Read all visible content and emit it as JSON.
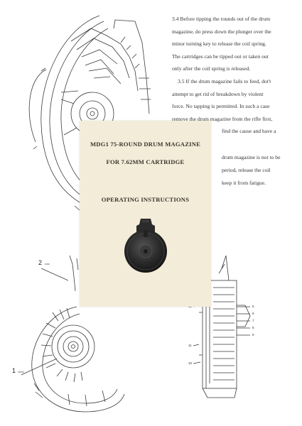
{
  "instructions": {
    "para1_lines": [
      "3.4 Before tipping the rounds out of the drum",
      "magazine, do press down the plunger over the",
      "minor turning key to release the coil spring.",
      "The cartridges can be tipped out or taken out",
      "only after the coil spring is released."
    ],
    "para2_lines": [
      "3.5 If the drum magazine fails to feed, dot't",
      "attempt to get rid of breakdown by violent",
      "force. No tapping is permitted. In such a case",
      "remove the drum magazine from the rifle first,"
    ],
    "partial_lines": [
      "find the cause and have a",
      "drum magazine is not to be",
      "period, release the coil",
      "keep it from fatigue."
    ]
  },
  "cover": {
    "title": "MDG1 75-ROUND DRUM MAGAZINE",
    "subtitle": "FOR 7.62MM CARTRIDGE",
    "heading": "OPERATING INSTRUCTIONS"
  },
  "callouts": {
    "left_top": "2",
    "left_bottom": "1",
    "right_labels": [
      "12",
      "5",
      "6",
      "7",
      "8",
      "9",
      "11",
      "10"
    ]
  },
  "colors": {
    "cover_bg": "#f3ecd9",
    "drum_dark": "#2b2b2b",
    "line": "#3a3a3a"
  }
}
